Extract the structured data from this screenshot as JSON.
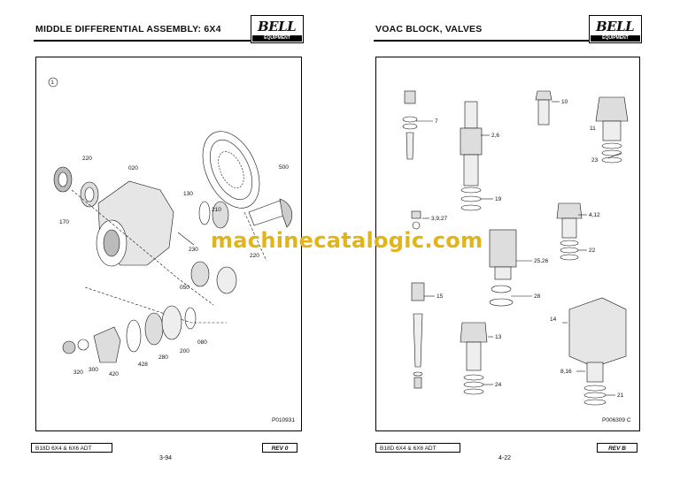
{
  "left_page": {
    "title": "MIDDLE DIFFERENTIAL ASSEMBLY: 6X4",
    "logo": {
      "brand": "BELL",
      "sub": "EQUIPMENT"
    },
    "figure_marker": "1",
    "callouts": [
      "220",
      "020",
      "500",
      "170",
      "130",
      "210",
      "230",
      "220",
      "050",
      "080",
      "200",
      "320",
      "300",
      "420",
      "428",
      "280"
    ],
    "figure_ref": "P010931",
    "footer_model": "B18D 6X4 & 6X6 ADT",
    "footer_rev": "REV 0",
    "page_number": "3-94"
  },
  "right_page": {
    "title": "VOAC BLOCK, VALVES",
    "logo": {
      "brand": "BELL",
      "sub": "EQUIPMENT"
    },
    "callouts": [
      "7",
      "10",
      "2,6",
      "11",
      "23",
      "19",
      "4,12",
      "3,9,27",
      "22",
      "25,26",
      "28",
      "15",
      "14",
      "13",
      "8,16",
      "24",
      "21"
    ],
    "figure_ref": "P006309 C",
    "footer_model": "B18D 6X4 & 6X6 ADT",
    "footer_rev": "REV B",
    "page_number": "4-22"
  },
  "watermark": "machinecatalogic.com"
}
